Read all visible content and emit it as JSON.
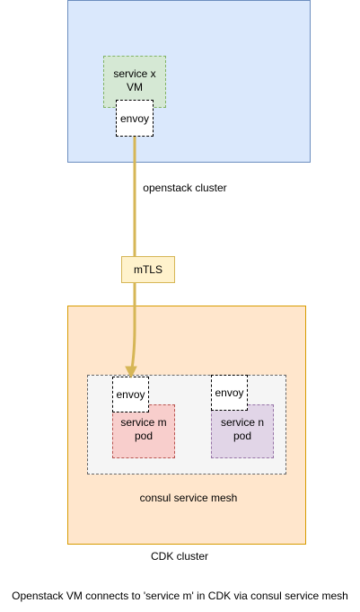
{
  "openstack": {
    "service_label": "service x\nVM",
    "envoy_label": "envoy",
    "cluster_label": "openstack cluster"
  },
  "connection": {
    "label": "mTLS"
  },
  "cdk": {
    "service_m_label": "service m\npod",
    "service_n_label": "service n\npod",
    "envoy_m_label": "envoy",
    "envoy_n_label": "envoy",
    "mesh_label": "consul service mesh",
    "cluster_label": "CDK cluster"
  },
  "caption": "Openstack VM connects to 'service m' in CDK via consul service mesh",
  "colors": {
    "openstack_fill": "#dae8fc",
    "cdk_fill": "#ffe6cc",
    "service_x_fill": "#d5e8d4",
    "service_m_fill": "#f8cecc",
    "service_n_fill": "#e1d5e7",
    "mtls_fill": "#fff2cc",
    "connector": "#d6b656"
  }
}
